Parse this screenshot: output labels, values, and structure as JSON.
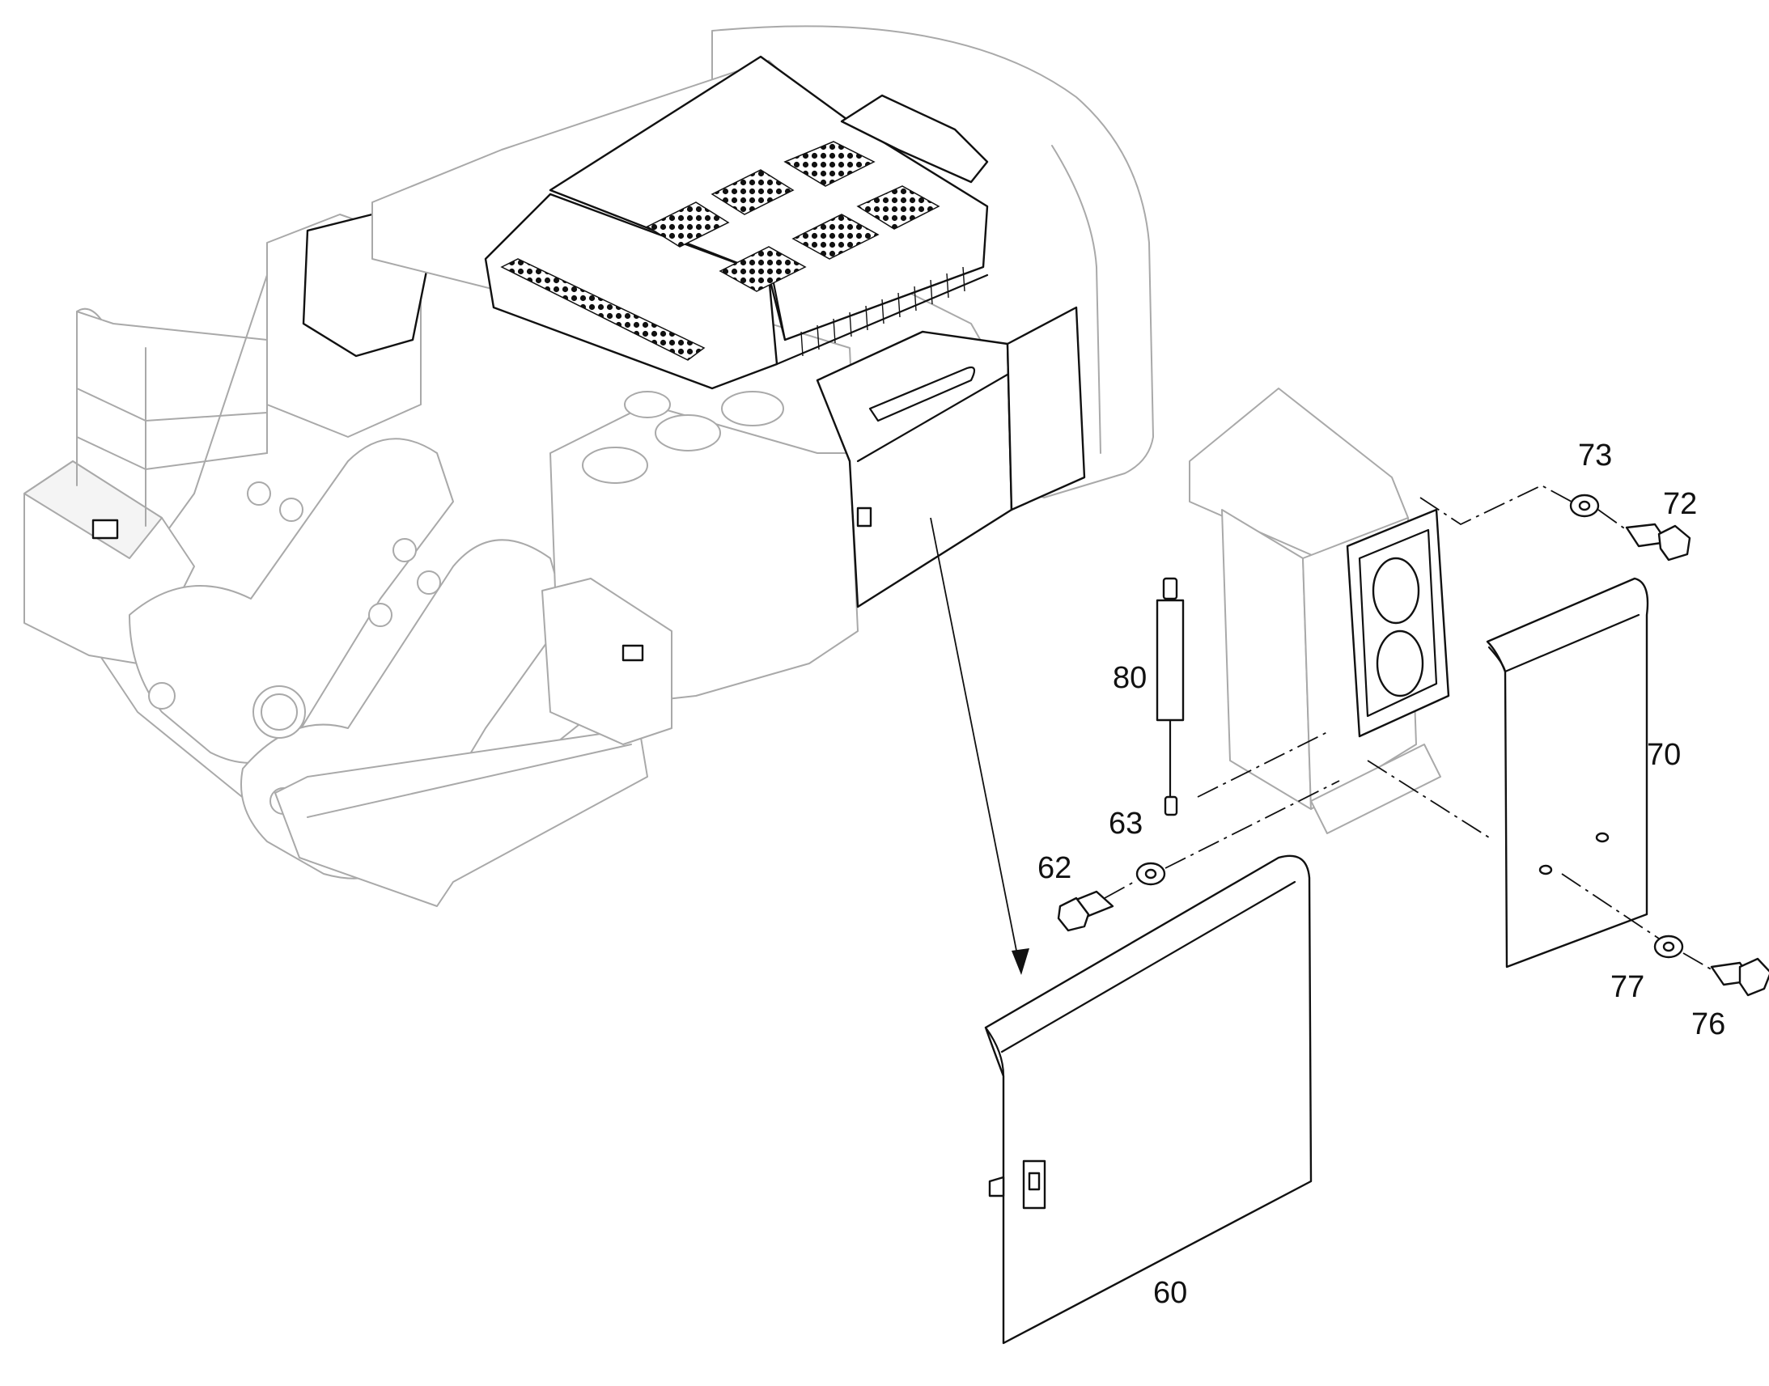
{
  "callouts": {
    "c60": "60",
    "c62": "62",
    "c63": "63",
    "c70": "70",
    "c72": "72",
    "c73": "73",
    "c76": "76",
    "c77": "77",
    "c80": "80"
  },
  "colors": {
    "context_outline": "#a9a9a9",
    "highlight_outline": "#111111",
    "background": "#ffffff"
  }
}
